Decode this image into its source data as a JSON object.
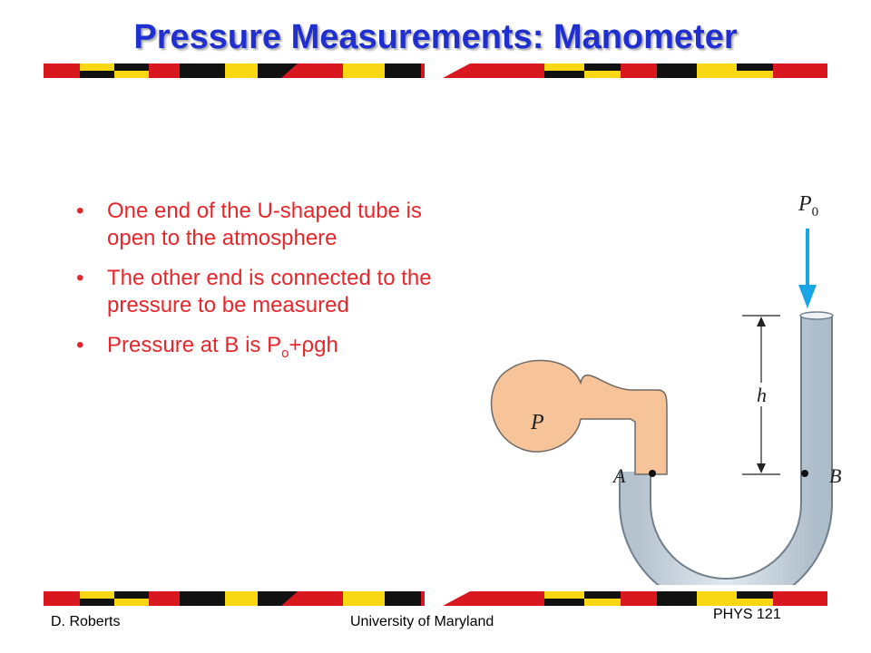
{
  "slide": {
    "title": "Pressure Measurements: Manometer"
  },
  "bullets": [
    {
      "text": "One end of the U-shaped tube is open to the atmosphere"
    },
    {
      "text": "The other end is connected to the pressure to be measured"
    },
    {
      "text_prefix": "Pressure at B is P",
      "subscript": "o",
      "text_suffix": "+ρgh"
    }
  ],
  "figure": {
    "label_p0": "P",
    "label_p0_sub": "0",
    "label_h": "h",
    "label_p": "P",
    "label_a": "A",
    "label_b": "B"
  },
  "footer": {
    "author": "D. Roberts",
    "institution": "University of Maryland",
    "course": "PHYS 121"
  },
  "colors": {
    "title": "#1f2fd0",
    "bullet_text": "#e6262a",
    "fluid": "#f7c49a",
    "tube": "#c6d2dc",
    "arrow": "#1aa6e4",
    "band_red": "#d8181e",
    "band_yellow": "#f7d812",
    "band_black": "#111111"
  }
}
